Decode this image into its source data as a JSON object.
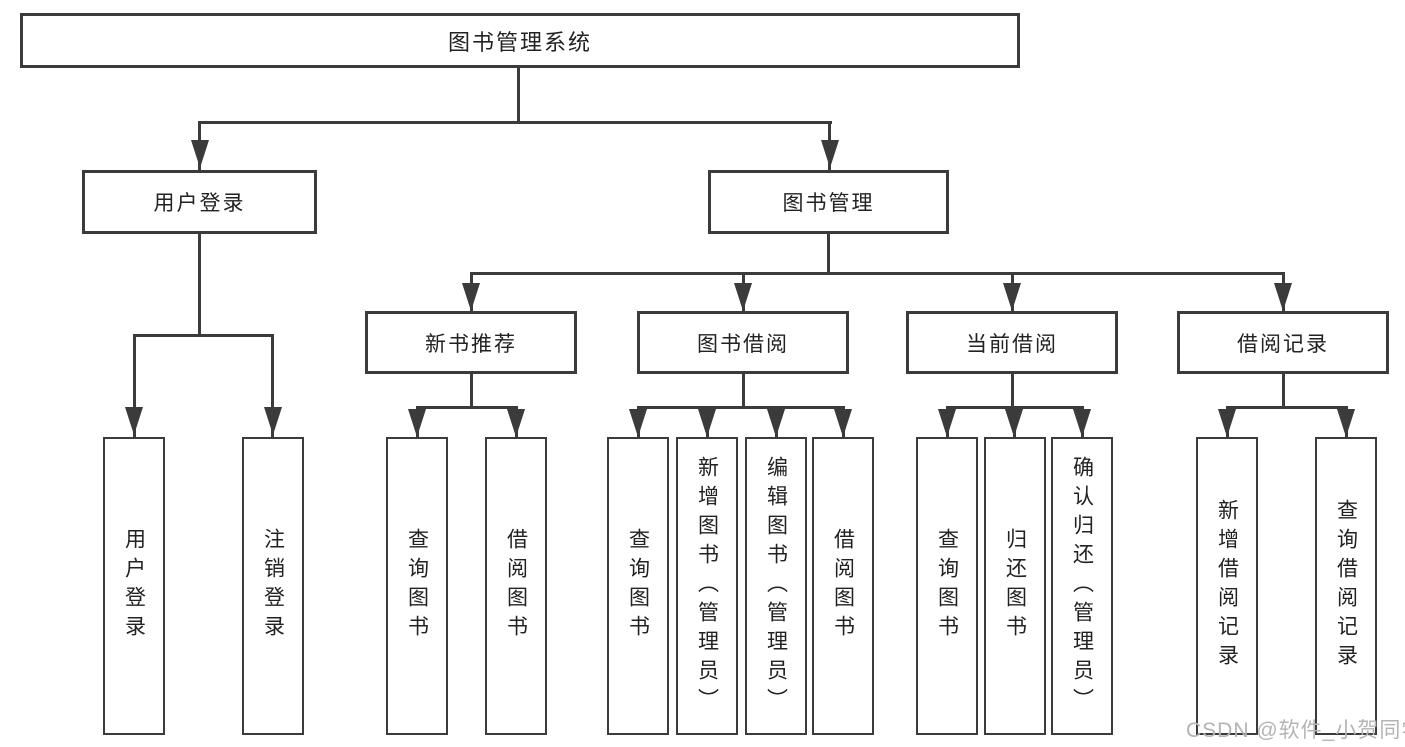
{
  "tree": {
    "root": "图书管理系统",
    "user_login": {
      "label": "用户登录",
      "children": [
        "用户登录",
        "注销登录"
      ]
    },
    "book_management": {
      "label": "图书管理",
      "sections": [
        {
          "label": "新书推荐",
          "children": [
            "查询图书",
            "借阅图书"
          ]
        },
        {
          "label": "图书借阅",
          "children": [
            "查询图书",
            "新增图书（管理员）",
            "编辑图书（管理员）",
            "借阅图书"
          ]
        },
        {
          "label": "当前借阅",
          "children": [
            "查询图书",
            "归还图书",
            "确认归还（管理员）"
          ]
        },
        {
          "label": "借阅记录",
          "children": [
            "新增借阅记录",
            "查询借阅记录"
          ]
        }
      ]
    }
  },
  "watermark": "CSDN @软件_小贺同学",
  "colors": {
    "line": "#3b3b3b",
    "text": "#222222",
    "watermark": "#b4b4b4",
    "background": "#ffffff"
  }
}
